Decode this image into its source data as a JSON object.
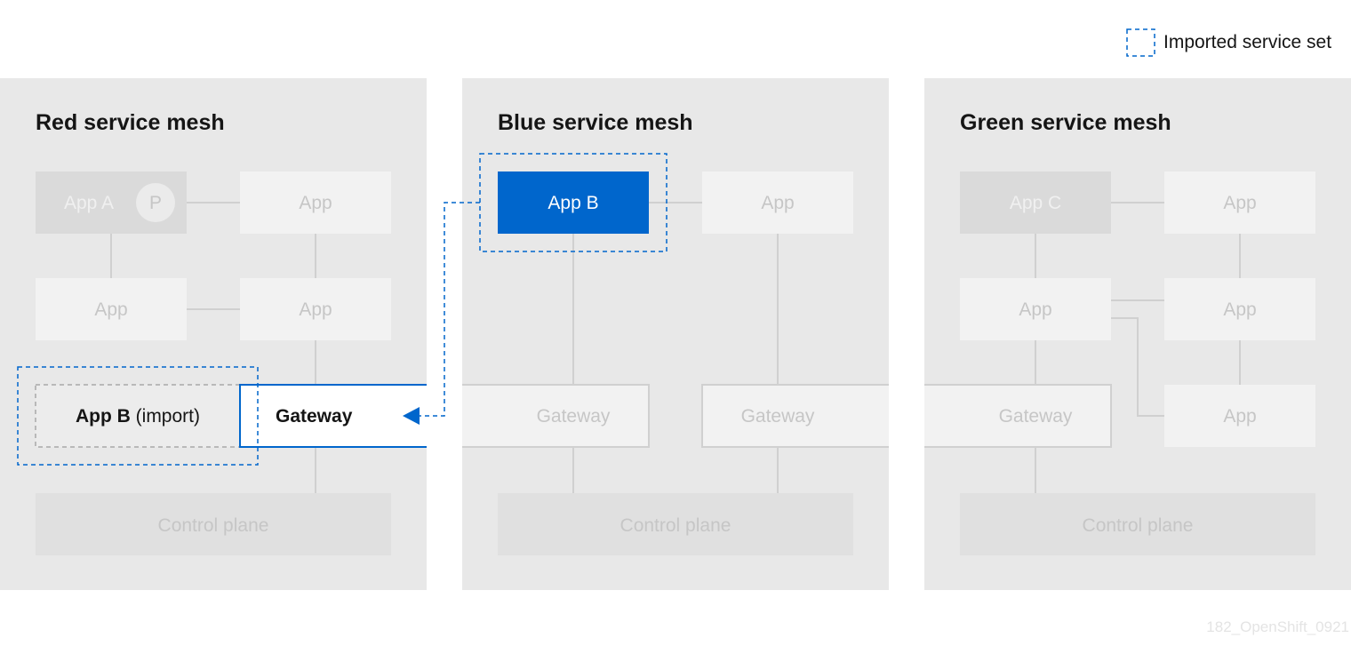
{
  "legend": {
    "label": "Imported service set"
  },
  "colors": {
    "panel": "#e8e8e8",
    "faded_box": "#f2f2f2",
    "faded_text": "#c6c6c6",
    "highlight_blue": "#0066cc",
    "connector": "#d0d0d0"
  },
  "meshes": {
    "red": {
      "title": "Red service mesh",
      "app_a": "App A",
      "p_badge": "P",
      "apps": [
        "App",
        "App",
        "App"
      ],
      "import_name": "App B",
      "import_suffix": "(import)",
      "gateway": "Gateway",
      "control_plane": "Control plane"
    },
    "blue": {
      "title": "Blue service mesh",
      "app_b": "App B",
      "apps": [
        "App"
      ],
      "gateways": [
        "Gateway",
        "Gateway"
      ],
      "control_plane": "Control plane"
    },
    "green": {
      "title": "Green service mesh",
      "app_c": "App C",
      "apps": [
        "App",
        "App",
        "App",
        "App"
      ],
      "gateway": "Gateway",
      "control_plane": "Control plane"
    }
  },
  "footer": {
    "figure_id": "182_OpenShift_0921"
  }
}
